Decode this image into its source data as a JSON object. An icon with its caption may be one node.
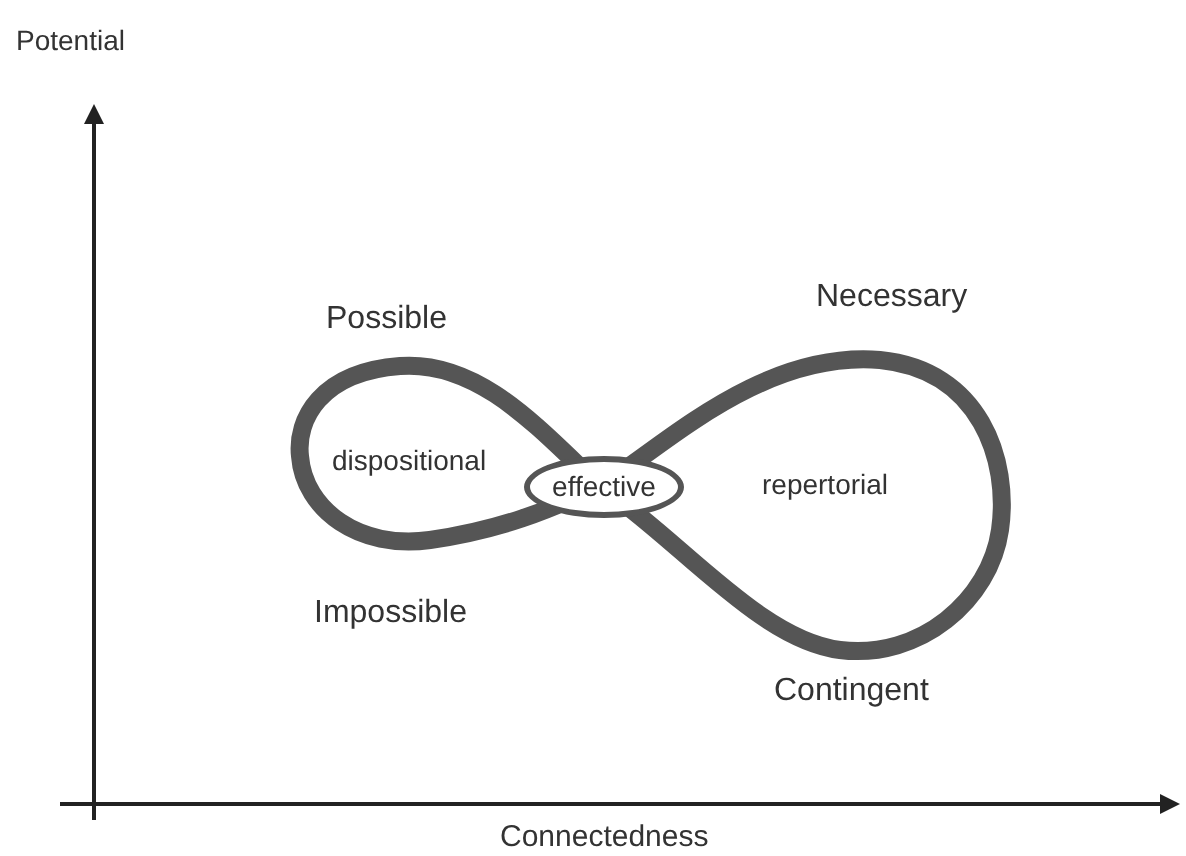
{
  "diagram": {
    "nodes": [
      {
        "text": [
          "effective"
        ]
      }
    ],
    "edges": [],
    "labels": [
      "Potential",
      "Possible",
      "Necessary",
      "dispositional",
      "repertorial",
      "Impossible",
      "Contingent",
      "Connectedness"
    ]
  }
}
